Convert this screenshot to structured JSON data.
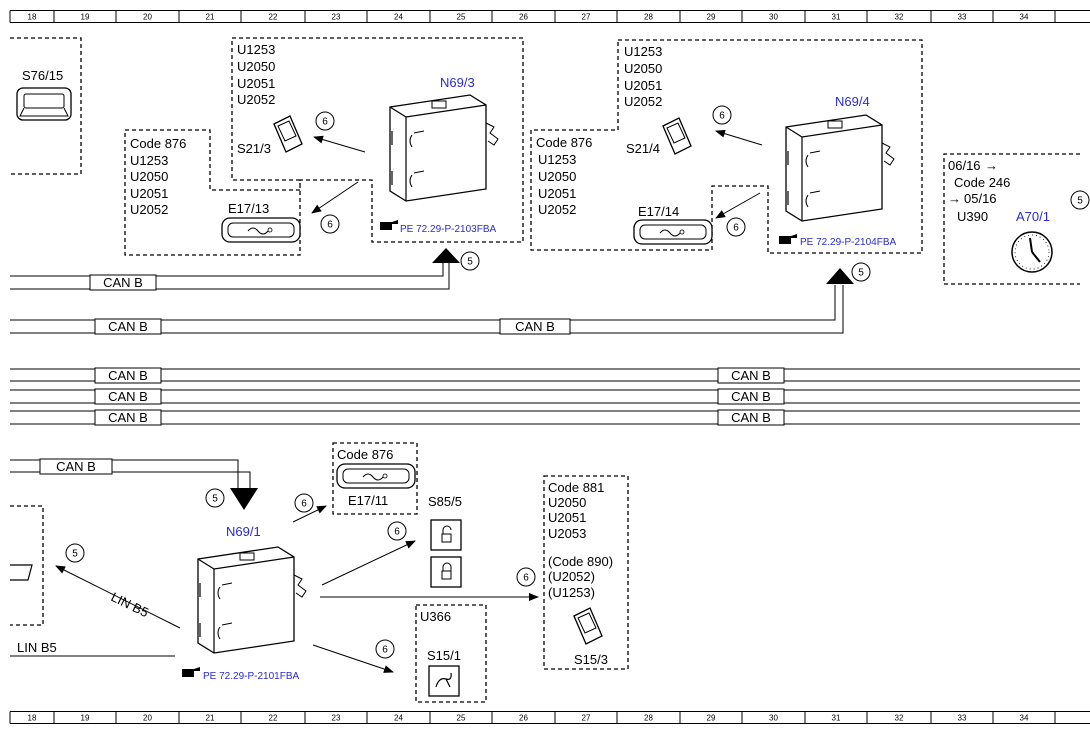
{
  "ruler": [
    "18",
    "19",
    "20",
    "21",
    "22",
    "23",
    "24",
    "25",
    "26",
    "27",
    "28",
    "29",
    "30",
    "31",
    "32",
    "33",
    "34"
  ],
  "labels": {
    "s76": "S76/15",
    "n693": "N69/3",
    "n694": "N69/4",
    "n691": "N69/1",
    "s213": "S21/3",
    "s214": "S21/4",
    "e1713": "E17/13",
    "e1714": "E17/14",
    "e1711": "E17/11",
    "s855": "S85/5",
    "s151": "S15/1",
    "s153": "S15/3",
    "a701": "A70/1",
    "u366": "U366",
    "u390": "U390",
    "code876": "Code 876",
    "code881": "Code 881",
    "code246": "Code 246",
    "code890": "(Code 890)",
    "u2052p": "(U2052)",
    "u1253p": "(U1253)",
    "u1253": "U1253",
    "u2050": "U2050",
    "u2051": "U2051",
    "u2052": "U2052",
    "u2053": "U2053",
    "date1": "06/16",
    "date2": "05/16",
    "arrow_right": "→",
    "can_b": "CAN B",
    "lin_b5": "LIN B5",
    "ref_2103": "PE 72.29-P-2103FBA",
    "ref_2104": "PE 72.29-P-2104FBA",
    "ref_2101": "PE 72.29-P-2101FBA",
    "n5": "5",
    "n6": "6"
  },
  "colors": {
    "line": "#000000",
    "module_label": "#2a2acc"
  }
}
